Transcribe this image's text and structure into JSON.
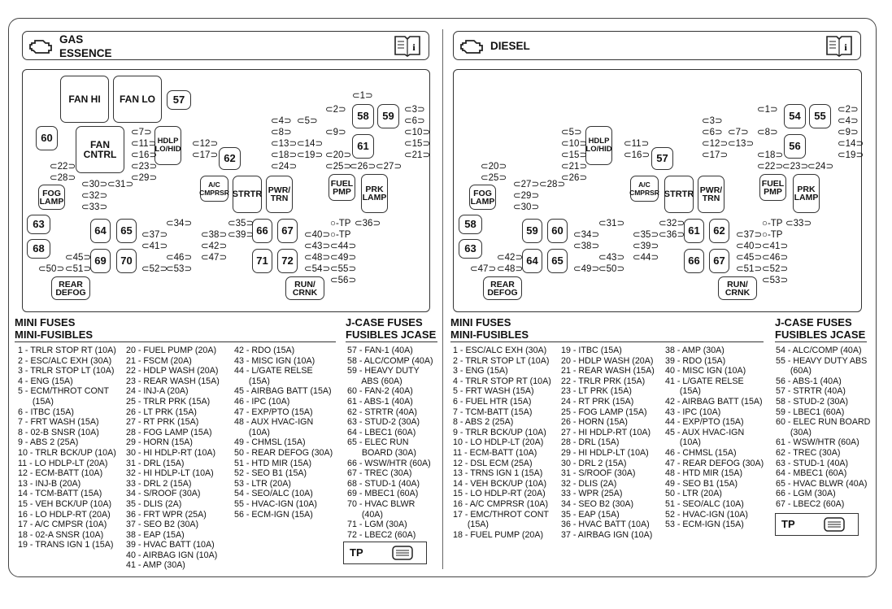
{
  "gas": {
    "title_line1": "GAS",
    "title_line2": "ESSENCE",
    "relays": [
      "FAN HI",
      "FAN LO",
      "FAN CNTRL",
      "HDLP LO/HID",
      "A/C CMPRSR",
      "STRTR",
      "PWR/ TRN",
      "FUEL PMP",
      "PRK LAMP",
      "FOG LAMP",
      "REAR DEFOG",
      "RUN/ CRNK"
    ],
    "large_fuses": [
      "57",
      "58",
      "59",
      "60",
      "61",
      "62",
      "63",
      "64",
      "65",
      "66",
      "67",
      "68",
      "69",
      "70",
      "71",
      "72"
    ],
    "mini_fuses": [
      "1",
      "2",
      "3",
      "4",
      "5",
      "6",
      "7",
      "8",
      "9",
      "10",
      "11",
      "12",
      "13",
      "14",
      "15",
      "16",
      "17",
      "18",
      "19",
      "20",
      "21",
      "22",
      "23",
      "24",
      "25",
      "26",
      "27",
      "28",
      "29",
      "30",
      "31",
      "32",
      "33",
      "34",
      "35",
      "36",
      "37",
      "38",
      "39",
      "40",
      "41",
      "42",
      "43",
      "44",
      "45",
      "46",
      "47",
      "48",
      "49",
      "50",
      "51",
      "52",
      "53",
      "54",
      "55",
      "56"
    ],
    "tp_labels": [
      "TP",
      "TP"
    ],
    "mini_heading1": "MINI FUSES",
    "mini_heading2": "MINI-FUSIBLES",
    "jcase_heading1": "J-CASE FUSES",
    "jcase_heading2": "FUSIBLES JCASE",
    "col1": "1 - TRLR STOP RT (10A)\n2 - ESC/ALC EXH (30A)\n3 - TRLR STOP LT (10A)\n4 - ENG (15A)\n5 - ECM/THROT CONT\n      (15A)\n6 - ITBC (15A)\n7 - FRT WASH (15A)\n8 - 02-B SNSR (10A)\n9 - ABS 2 (25A)\n10 - TRLR BCK/UP (10A)\n11 - LO HDLP-LT (20A)\n12 - ECM-BATT (10A)\n13 - INJ-B (20A)\n14 - TCM-BATT (15A)\n15 - VEH BCK/UP (10A)\n16 - LO HDLP-RT (20A)\n17 - A/C CMPSR (10A)\n18 - 02-A SNSR (10A)\n19 - TRANS IGN 1 (15A)",
    "col2": "20 - FUEL PUMP (20A)\n21 - FSCM (20A)\n22 - HDLP WASH (20A)\n23 - REAR WASH (15A)\n24 - INJ-A (20A)\n25 - TRLR PRK (15A)\n26 - LT PRK (15A)\n27 - RT PRK (15A)\n28 - FOG LAMP (15A)\n29 - HORN (15A)\n30 - HI HDLP-RT (10A)\n31 - DRL (15A)\n32 - HI HDLP-LT (10A)\n33 - DRL 2 (15A)\n34 - S/ROOF (30A)\n35 - DLIS (2A)\n36 - FRT WPR (25A)\n37 - SEO B2 (30A)\n38 - EAP (15A)\n39 - HVAC BATT (10A)\n40 - AIRBAG IGN (10A)\n41 - AMP (30A)",
    "col3": "42 - RDO (15A)\n43 - MISC IGN (10A)\n44 - L/GATE RELSE\n      (15A)\n45 - AIRBAG BATT (15A)\n46 - IPC (10A)\n47 - EXP/PTO (15A)\n48 - AUX HVAC-IGN\n      (10A)\n49 - CHMSL (15A)\n50 - REAR DEFOG (30A)\n51 - HTD MIR (15A)\n52 - SEO B1 (15A)\n53 - LTR (20A)\n54 - SEO/ALC (10A)\n55 - HVAC-IGN (10A)\n56 - ECM-IGN (15A)",
    "col4": "57 - FAN-1 (40A)\n58 - ALC/COMP (40A)\n59 - HEAVY DUTY\n      ABS (60A)\n60 - FAN-2 (40A)\n61 - ABS-1 (40A)\n62 - STRTR (40A)\n63 - STUD-2 (30A)\n64 - LBEC1 (60A)\n65 - ELEC RUN\n      BOARD (30A)\n66 - WSW/HTR (60A)\n67 - TREC (30A)\n68 - STUD-1 (40A)\n69 - MBEC1 (60A)\n70 - HVAC BLWR\n      (40A)\n71 - LGM (30A)\n72 - LBEC2 (60A)",
    "tp_label": "TP"
  },
  "diesel": {
    "title": "DIESEL",
    "relays": [
      "HDLP LO/HID",
      "A/C CMPRSR",
      "STRTR",
      "PWR/ TRN",
      "FUEL PMP",
      "PRK LAMP",
      "FOG LAMP",
      "REAR DEFOG",
      "RUN/ CRNK"
    ],
    "large_fuses": [
      "54",
      "55",
      "56",
      "57",
      "58",
      "59",
      "60",
      "61",
      "62",
      "63",
      "64",
      "65",
      "66",
      "67"
    ],
    "mini_fuses": [
      "1",
      "2",
      "3",
      "4",
      "5",
      "6",
      "7",
      "8",
      "9",
      "10",
      "11",
      "12",
      "13",
      "14",
      "15",
      "16",
      "17",
      "18",
      "19",
      "20",
      "21",
      "22",
      "23",
      "24",
      "25",
      "26",
      "27",
      "28",
      "29",
      "30",
      "31",
      "32",
      "33",
      "34",
      "35",
      "36",
      "37",
      "38",
      "39",
      "40",
      "41",
      "42",
      "43",
      "44",
      "45",
      "46",
      "47",
      "48",
      "49",
      "50",
      "51",
      "52",
      "53"
    ],
    "tp_labels": [
      "TP",
      "TP"
    ],
    "mini_heading1": "MINI FUSES",
    "mini_heading2": "MINI-FUSIBLES",
    "jcase_heading1": "J-CASE FUSES",
    "jcase_heading2": "FUSIBLES JCASE",
    "col1": "1 - ESC/ALC EXH (30A)\n2 - TRLR STOP LT (10A)\n3 - ENG (15A)\n4 - TRLR STOP RT (10A)\n5 - FRT WASH (15A)\n6 - FUEL HTR (15A)\n7 - TCM-BATT (15A)\n8 - ABS 2 (25A)\n9 - TRLR BCK/UP (10A)\n10 - LO HDLP-LT (20A)\n11 - ECM-BATT (10A)\n12 - DSL ECM (25A)\n13 - TRNS IGN 1 (15A)\n14 - VEH BCK/UP (10A)\n15 - LO HDLP-RT (20A)\n16 - A/C CMPRSR (10A)\n17 - EMC/THROT CONT\n      (15A)\n18 - FUEL PUMP (20A)",
    "col2": "19 - ITBC (15A)\n20 - HDLP WASH (20A)\n21 - REAR WASH (15A)\n22 - TRLR PRK (15A)\n23 - LT PRK (15A)\n24 - RT PRK (15A)\n25 - FOG LAMP (15A)\n26 - HORN (15A)\n27 - HI HDLP-RT (10A)\n28 - DRL (15A)\n29 - HI HDLP-LT (10A)\n30 - DRL 2 (15A)\n31 - S/ROOF (30A)\n32 - DLIS (2A)\n33 - WPR (25A)\n34 - SEO B2 (30A)\n35 - EAP (15A)\n36 - HVAC BATT (10A)\n37 - AIRBAG IGN (10A)",
    "col3": "38 - AMP (30A)\n39 - RDO (15A)\n40 - MISC IGN (10A)\n41 - L/GATE RELSE\n      (15A)\n42 - AIRBAG BATT (15A)\n43 - IPC (10A)\n44 - EXP/PTO (15A)\n45 - AUX HVAC-IGN\n      (10A)\n46 - CHMSL (15A)\n47 - REAR DEFOG (30A)\n48 - HTD MIR (15A)\n49 - SEO B1 (15A)\n50 - LTR (20A)\n51 - SEO/ALC (10A)\n52 - HVAC-IGN (10A)\n53 - ECM-IGN (15A)",
    "col4": "54 - ALC/COMP (40A)\n55 - HEAVY DUTY ABS\n      (60A)\n56 - ABS-1 (40A)\n57 - STRTR (40A)\n58 - STUD-2 (30A)\n59 - LBEC1 (60A)\n60 - ELEC RUN BOARD\n      (30A)\n61 - WSW/HTR (60A)\n62 - TREC (30A)\n63 - STUD-1 (40A)\n64 - MBEC1 (60A)\n65 - HVAC BLWR (40A)\n66 - LGM (30A)\n67 - LBEC2 (60A)",
    "tp_label": "TP"
  },
  "icons": [
    "engine-icon",
    "manual-book-icon",
    "fuse-puller-icon"
  ]
}
